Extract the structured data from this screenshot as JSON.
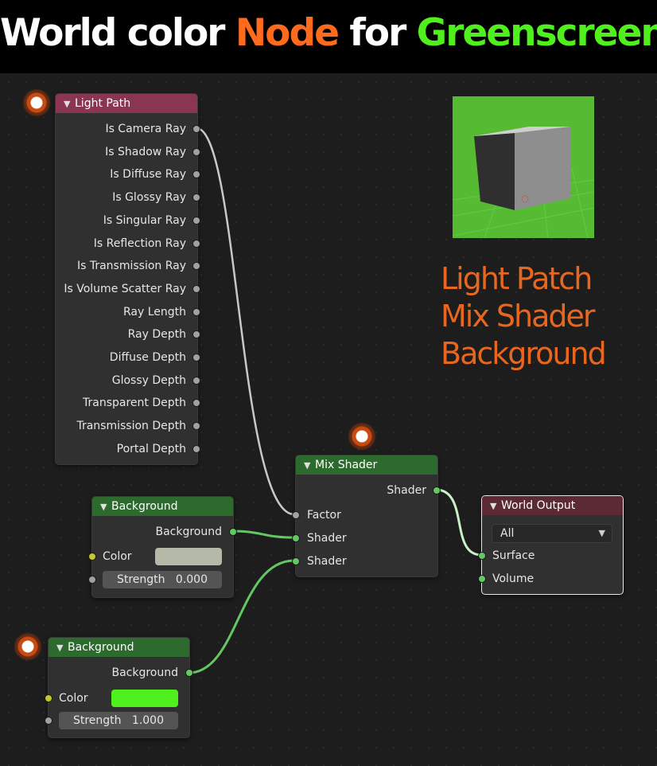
{
  "title": {
    "part1": "World color ",
    "part2": "Node",
    "part3": " for ",
    "part4": "Greenscreen",
    "colors": {
      "white": "#ffffff",
      "orange": "#ff6a1c",
      "green": "#4ff01e"
    }
  },
  "light_path_node": {
    "title": "Light Path",
    "outputs": [
      "Is Camera Ray",
      "Is Shadow Ray",
      "Is Diffuse Ray",
      "Is Glossy Ray",
      "Is Singular Ray",
      "Is Reflection Ray",
      "Is Transmission Ray",
      "Is Volume Scatter Ray",
      "Ray Length",
      "Ray Depth",
      "Diffuse Depth",
      "Glossy Depth",
      "Transparent Depth",
      "Transmission Depth",
      "Portal Depth"
    ],
    "header_color": "#8a3551"
  },
  "mix_shader_node": {
    "title": "Mix Shader",
    "output": "Shader",
    "inputs": [
      "Factor",
      "Shader",
      "Shader"
    ],
    "header_color": "#2d6a2d"
  },
  "background_node_1": {
    "title": "Background",
    "output": "Background",
    "color_label": "Color",
    "color_value": "#b5b9a8",
    "strength_label": "Strength",
    "strength_value": "0.000"
  },
  "background_node_2": {
    "title": "Background",
    "output": "Background",
    "color_label": "Color",
    "color_value": "#4ff01e",
    "strength_label": "Strength",
    "strength_value": "1.000"
  },
  "world_output_node": {
    "title": "World Output",
    "target": "All",
    "inputs": [
      "Surface",
      "Volume"
    ],
    "header_color": "#5b2a35"
  },
  "notes": [
    "Light Patch",
    "Mix Shader",
    "Background"
  ],
  "preview": {
    "background_color": "#56bb33"
  },
  "socket_colors": {
    "float": "#a1a1a1",
    "shader": "#63c763",
    "color": "#c7c729"
  }
}
